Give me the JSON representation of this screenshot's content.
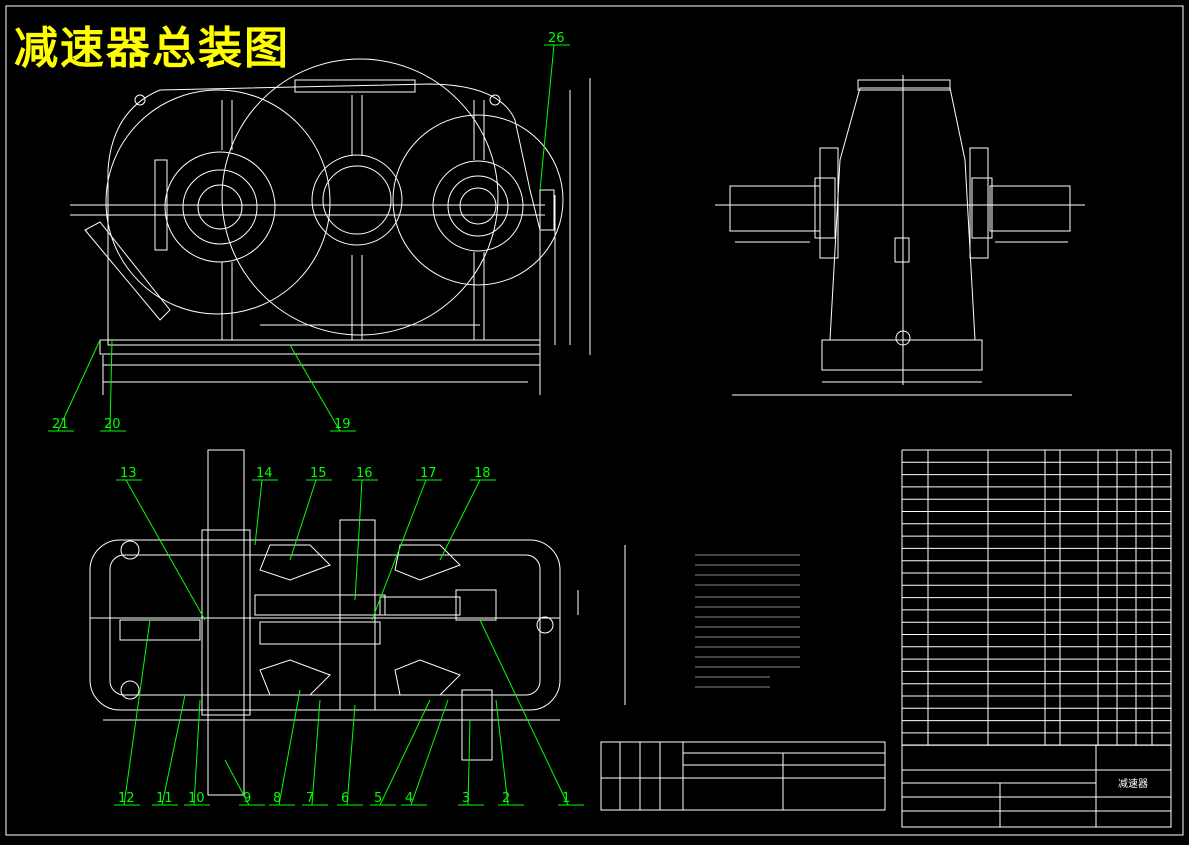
{
  "drawing": {
    "title": "减速器总装图",
    "colors": {
      "line": "#ffffff",
      "annotation": "#00ff00",
      "title": "#ffff00",
      "background": "#000000"
    }
  },
  "callouts_front": [
    "20",
    "21",
    "19",
    "26"
  ],
  "callouts_plan": [
    "13",
    "14",
    "15",
    "16",
    "17",
    "18",
    "12",
    "11",
    "10",
    "9",
    "8",
    "7",
    "6",
    "5",
    "4",
    "3",
    "2",
    "1"
  ],
  "title_block": {
    "name": "减速器"
  }
}
